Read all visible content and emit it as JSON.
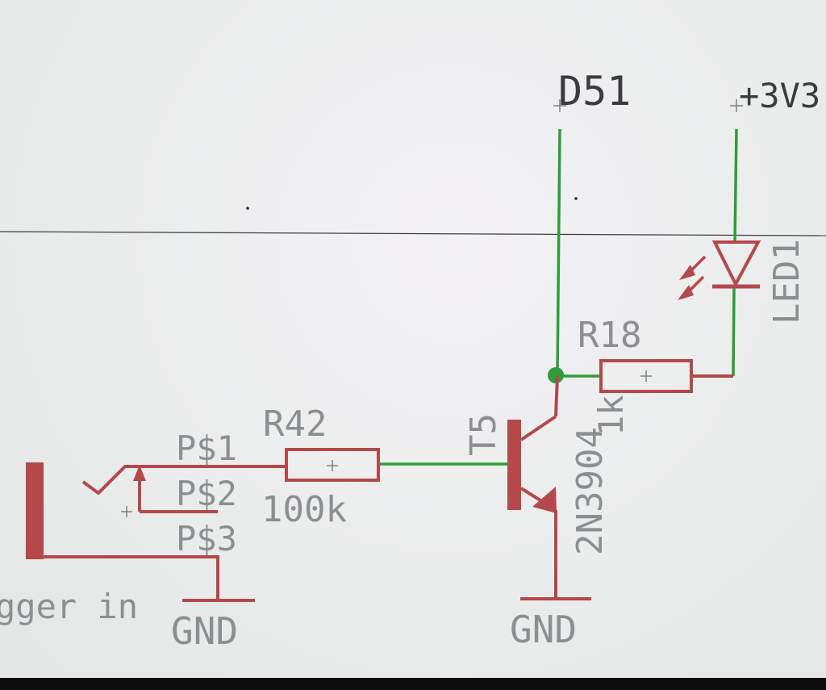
{
  "colors": {
    "component": "#b5484a",
    "net": "#2e9d3a",
    "label": "#8c8e92",
    "label_dark": "#3a3c40",
    "background": "#eceded",
    "screen_bezel": "#0c0c0c"
  },
  "schematic": {
    "net_labels": {
      "d51": "D51",
      "supply": "+3V3"
    },
    "led": {
      "name": "LED1"
    },
    "r18": {
      "name": "R18",
      "value": "1k"
    },
    "r42": {
      "name": "R42",
      "value": "100k"
    },
    "transistor": {
      "name": "T5",
      "part": "2N3904"
    },
    "jack": {
      "pins": [
        "P$1",
        "P$2",
        "P$3"
      ],
      "label": "gger in"
    },
    "grounds": {
      "left": "GND",
      "right": "GND"
    }
  }
}
